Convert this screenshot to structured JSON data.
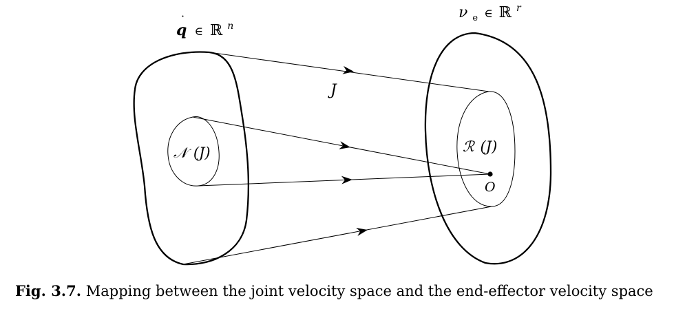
{
  "figure": {
    "domain_label": {
      "symbol": "q",
      "relation": "∈",
      "set": "ℝ",
      "exponent": "n"
    },
    "codomain_label": {
      "symbol": "ν",
      "subscript": "e",
      "relation": "∈",
      "set": "ℝ",
      "exponent": "r"
    },
    "mapping_label": "J",
    "null_space_label": {
      "operator": "𝒩",
      "argument": "(J)"
    },
    "range_label": {
      "operator": "ℛ",
      "argument": "(J)"
    },
    "origin_label": "O"
  },
  "caption": {
    "label": "Fig. 3.7.",
    "text": "Mapping between the joint velocity space and the end-effector velocity space"
  }
}
